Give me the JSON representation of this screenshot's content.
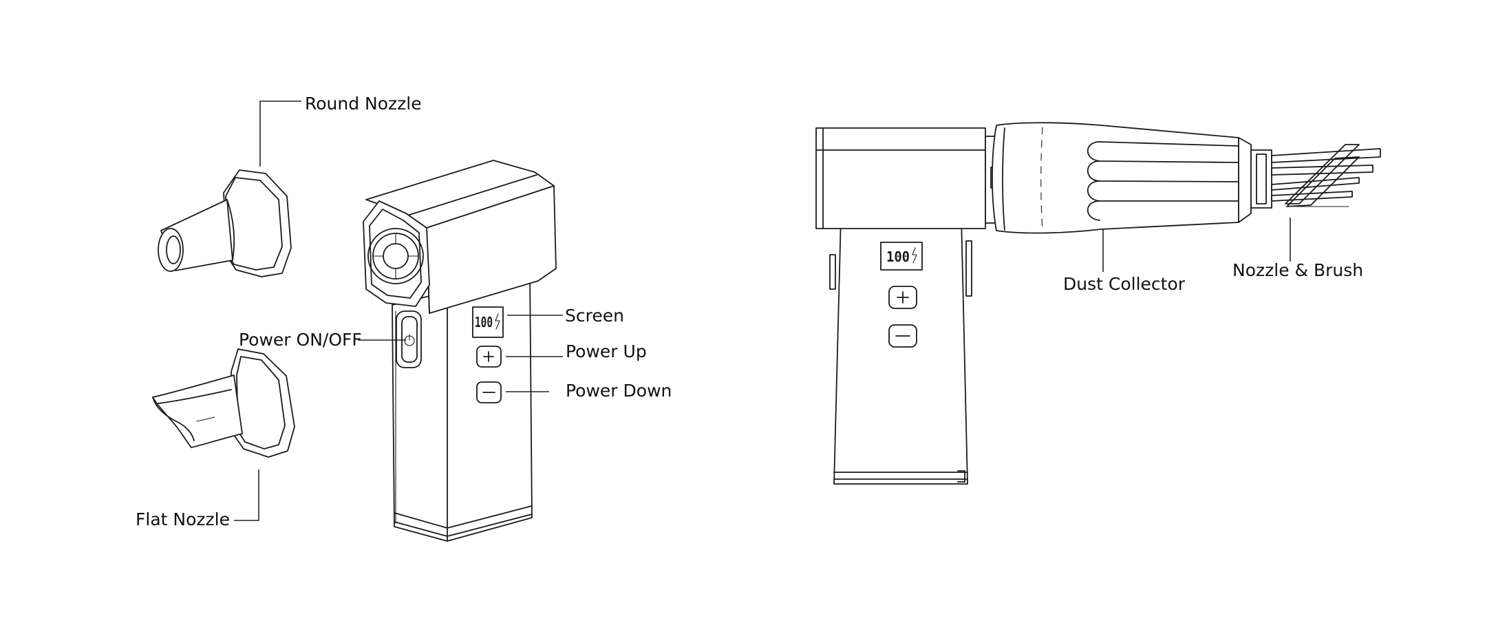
{
  "labels": {
    "round_nozzle": "Round Nozzle",
    "flat_nozzle": "Flat Nozzle",
    "power_on_off": "Power ON/OFF",
    "screen": "Screen",
    "power_up": "Power Up",
    "power_down": "Power Down",
    "dust_collector": "Dust Collector",
    "nozzle_brush": "Nozzle & Brush"
  },
  "display": {
    "front_screen_value": "100",
    "side_screen_value": "100"
  },
  "icons": {
    "power_button": "power-icon",
    "plus_button": "plus-icon",
    "minus_button": "minus-icon",
    "battery_indicator": "lightning-icon"
  }
}
